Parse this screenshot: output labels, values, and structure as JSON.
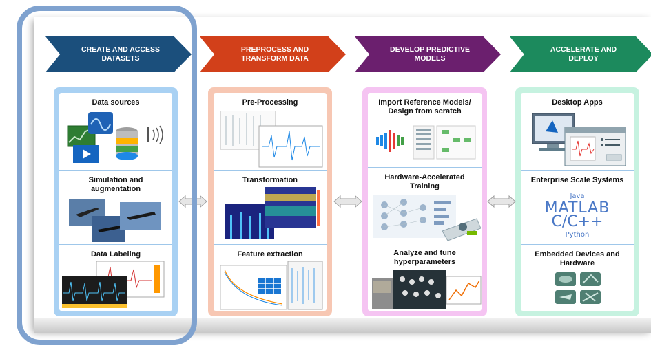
{
  "stages": [
    {
      "title_line1": "Create and Access",
      "title_line2": "Datasets",
      "color": "#1b4f7c",
      "sections": [
        "Data sources",
        "Simulation and augmentation",
        "Data Labeling"
      ]
    },
    {
      "title_line1": "Preprocess and",
      "title_line2": "Transform Data",
      "color": "#d2401a",
      "sections": [
        "Pre-Processing",
        "Transformation",
        "Feature extraction"
      ]
    },
    {
      "title_line1": "Develop Predictive",
      "title_line2": "Models",
      "color": "#6b1f6e",
      "sections": [
        "Import Reference Models/ Design from scratch",
        "Hardware-Accelerated Training",
        "Analyze and tune hyperparameters"
      ]
    },
    {
      "title_line1": "Accelerate and",
      "title_line2": "Deploy",
      "color": "#1c8a5d",
      "sections": [
        "Desktop Apps",
        "Enterprise Scale Systems",
        "Embedded Devices and Hardware"
      ]
    }
  ],
  "deploy_languages": {
    "java": "Java",
    "matlab": "MATLAB",
    "cpp": "C/C++",
    "python": "Python"
  },
  "highlight_color": "#7fa2cf"
}
